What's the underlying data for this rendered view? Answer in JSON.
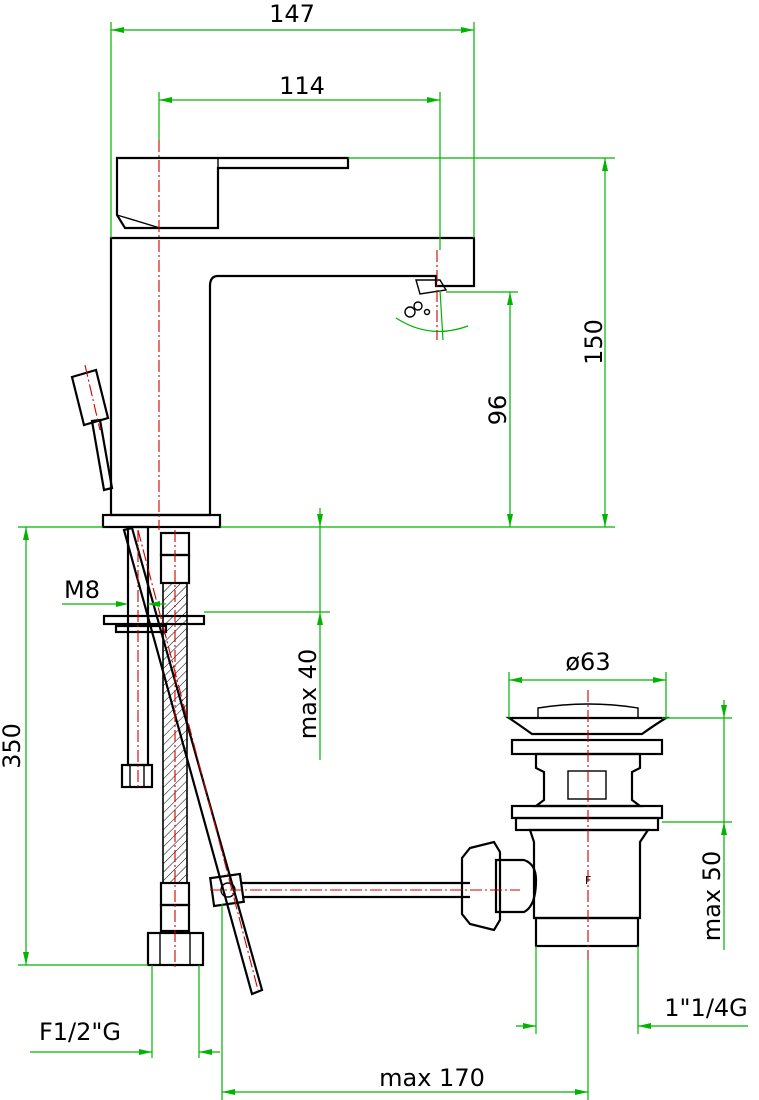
{
  "dimensions": {
    "overall_width": "147",
    "spout_reach": "114",
    "total_height": "150",
    "spout_height": "96",
    "mounting_rod": "M8",
    "max_deck_thickness": "max 40",
    "hose_length": "350",
    "waste_head_diameter": "ø63",
    "waste_max_thickness": "max 50",
    "waste_thread": "1\"1/4G",
    "inlet_connection": "F1/2\"G",
    "max_waste_distance": "max 170"
  },
  "colors": {
    "outline": "#000000",
    "dimension_line": "#00b400",
    "center_line": "#d00000"
  }
}
